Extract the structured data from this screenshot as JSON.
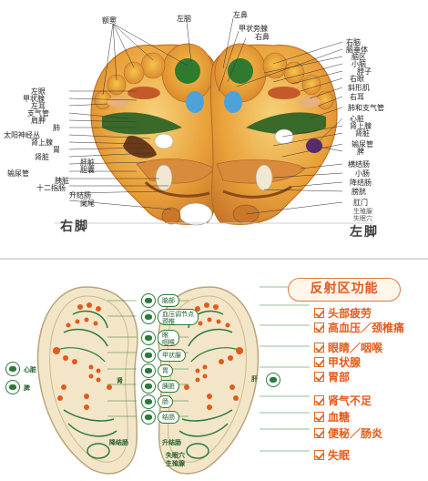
{
  "top": {
    "foot_left": "右脚",
    "foot_right": "左脚",
    "corner_note": [
      "生殖腺",
      "失眠穴"
    ],
    "labels_left": {
      "sinus": "额窦",
      "left_brain": "左脑",
      "left_nose": "左鼻",
      "pituitary": "甲状旁腺",
      "right_nose": "右鼻",
      "left_eye": "左眼",
      "thyroid": "甲状腺",
      "left_ear": "左耳",
      "trachea": "支气管",
      "shoulder": "肩胛",
      "lung": "肺",
      "solar": "太阳神经丛",
      "adrenal": "肾上腺",
      "stomach": "胃",
      "kidney": "肾脏",
      "liver": "肝脏",
      "gall": "胆囊",
      "ureter": "输尿管",
      "pancreas": "胰脏",
      "duodenum": "十二指肠",
      "ascending": "升结肠",
      "appendix": "阑尾"
    },
    "labels_right": {
      "right_brain": "右脑",
      "pineal": "脑垂体",
      "brain_area": "脑区",
      "cerebellum": "小脑",
      "neck": "脖子",
      "right_eye": "右眼",
      "trapezius": "斜形肌",
      "right_ear": "右耳",
      "lung_trachea": "肺和支气管",
      "heart": "心脏",
      "adrenal": "肾上腺",
      "kidney": "肾脏",
      "ureter": "输尿管",
      "spleen": "脾",
      "transverse": "横结肠",
      "small_int": "小肠",
      "descending": "降结肠",
      "bladder": "膀胱",
      "anus": "肛门"
    }
  },
  "bottom": {
    "legend_title": "反射区功能",
    "legend": [
      "头部疲劳",
      "高血压／颈椎痛",
      "眼睛／咽喉",
      "甲状腺",
      "胃部",
      "肾气不足",
      "血糖",
      "便秘／肠炎",
      "失眠"
    ],
    "callouts": {
      "brain": "脑部",
      "bp": "血压调节点",
      "cervical": "颈椎",
      "eye": "眼",
      "throat": "咽喉",
      "thyroid": "甲状腺",
      "stomach": "胃",
      "kidney": "肾",
      "pancreas": "胰脏",
      "intestine": "肠",
      "colon": "结肠",
      "descending": "降结肠",
      "insomnia": "失眠穴",
      "reproduct": "生殖腺",
      "ascending": "升结肠",
      "heart": "心脏",
      "spleen": "脾",
      "liver": "肝"
    },
    "colors": {
      "accent": "#e55a1c",
      "green": "#2c7a3a",
      "insole": "#f3e6c8",
      "dot": "#e25a1a"
    }
  }
}
